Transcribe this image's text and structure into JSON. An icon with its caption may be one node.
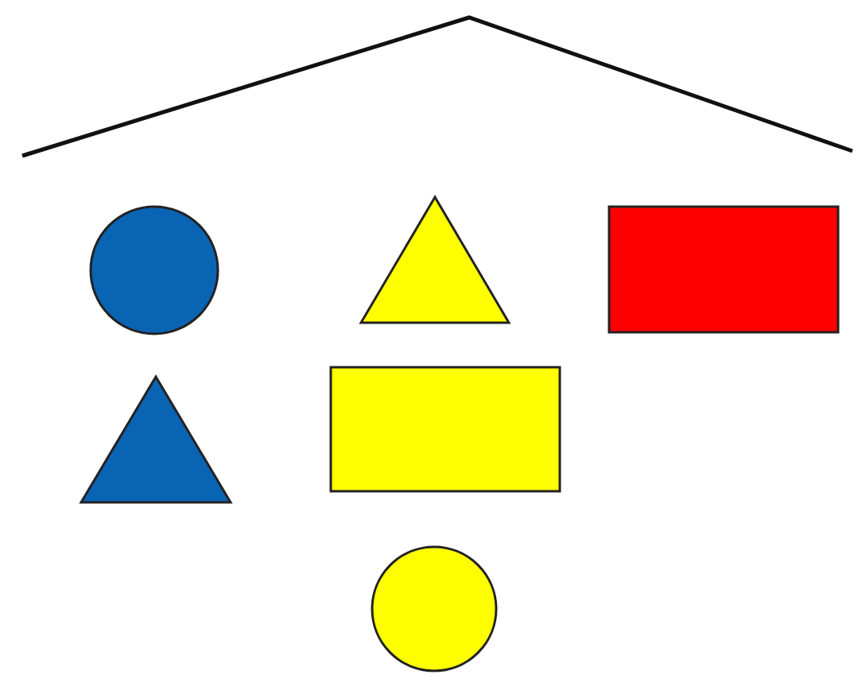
{
  "diagram": {
    "nodes": [
      {
        "text": [],
        "shape": "circle"
      },
      {
        "text": [],
        "shape": "triangle"
      },
      {
        "text": [],
        "shape": "box"
      },
      {
        "text": [],
        "shape": "triangle"
      },
      {
        "text": [],
        "shape": "box"
      },
      {
        "text": [],
        "shape": "circle"
      }
    ]
  }
}
